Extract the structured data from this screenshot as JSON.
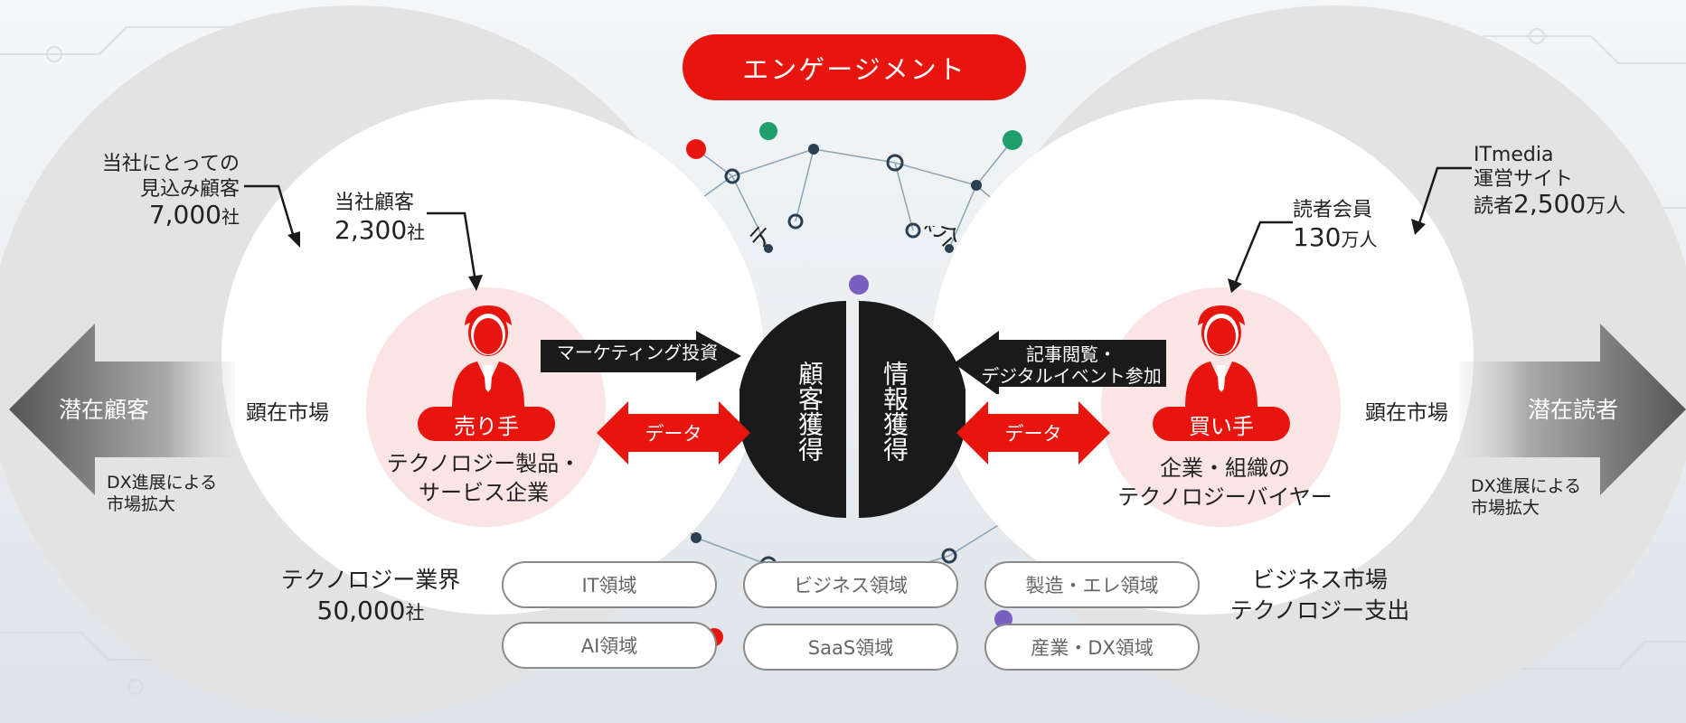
{
  "header": {
    "engagement_label": "エンゲージメント"
  },
  "center": {
    "arc_text": "データ・情報の媒介",
    "left_half": "顧客獲得",
    "right_half": "情報獲得"
  },
  "left": {
    "prospect_label_line1": "当社にとっての",
    "prospect_label_line2": "見込み顧客",
    "prospect_count": "7,000",
    "prospect_unit": "社",
    "customer_label": "当社顧客",
    "customer_count": "2,300",
    "customer_unit": "社",
    "seller_badge": "売り手",
    "seller_desc_line1": "テクノロジー製品・",
    "seller_desc_line2": "サービス企業",
    "market_label": "顕在市場",
    "potential_label": "潜在顧客",
    "dx_note_line1": "DX進展による",
    "dx_note_line2": "市場拡大",
    "industry_label": "テクノロジー業界",
    "industry_count": "50,000",
    "industry_unit": "社",
    "marketing_label": "マーケティング投資",
    "data_label": "データ"
  },
  "right": {
    "site_label_line1": "ITmedia",
    "site_label_line2": "運営サイト",
    "readers_prefix": "読者",
    "readers_count": "2,500",
    "readers_unit": "万人",
    "members_label": "読者会員",
    "members_count": "130",
    "members_unit": "万人",
    "buyer_badge": "買い手",
    "buyer_desc_line1": "企業・組織の",
    "buyer_desc_line2": "テクノロジーバイヤー",
    "market_label": "顕在市場",
    "potential_label": "潜在読者",
    "dx_note_line1": "DX進展による",
    "dx_note_line2": "市場拡大",
    "business_line1": "ビジネス市場",
    "business_line2": "テクノロジー支出",
    "article_label_line1": "記事閲覧・",
    "article_label_line2": "デジタルイベント参加",
    "data_label": "データ"
  },
  "domains": [
    "IT領域",
    "ビジネス領域",
    "製造・エレ領域",
    "AI領域",
    "SaaS領域",
    "産業・DX領域"
  ],
  "colors": {
    "accent_red": "#e8150f",
    "black": "#1a1a1a",
    "gray_circle": "#e3e3e3",
    "pink": "#fbe4e4"
  }
}
